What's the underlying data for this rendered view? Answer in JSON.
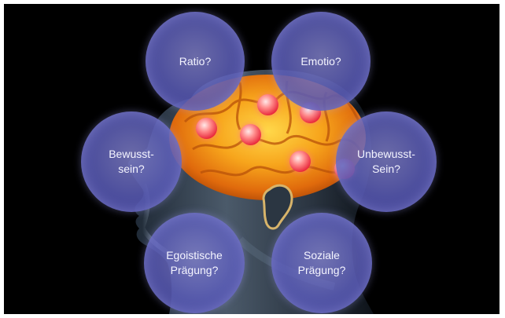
{
  "bubbles": {
    "ratio": "Ratio?",
    "emotio": "Emotio?",
    "bewusstsein": "Bewusst-\nsein?",
    "unbewusstsein": "Unbewusst-\nSein?",
    "egoistisch": "Egoistische\nPrägung?",
    "sozial": "Soziale\nPrägung?"
  },
  "colors": {
    "background": "#000000",
    "bubble": "#5a5cb9",
    "brain": "#f3a11a",
    "orb": "#e8263a"
  }
}
